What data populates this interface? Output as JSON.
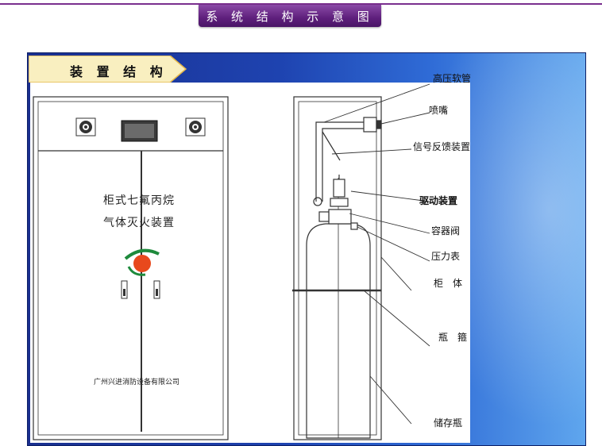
{
  "header": {
    "title": "系 统 结 构 示 意 图",
    "accent_color": "#5e1f7c"
  },
  "section": {
    "label": "装 置 结 构",
    "tag_color": "#f9efc0"
  },
  "cabinet": {
    "name_line1": "柜式七氟丙烷",
    "name_line2": "气体灭火装置",
    "company": "广州兴进消防设备有限公司"
  },
  "labels": {
    "high_pressure_hose": "高压软管",
    "nozzle": "喷嘴",
    "signal_feedback": "信号反馈装置",
    "drive_device": "驱动装置",
    "container_valve": "容器阀",
    "pressure_gauge": "压力表",
    "cabinet_body": "柜　体",
    "bottle_hoop": "瓶　箍",
    "storage_bottle": "储存瓶"
  },
  "colors": {
    "panel_dark": "#1a2f8f",
    "panel_light": "#5fa6ee",
    "logo_red": "#e8491d",
    "logo_green": "#1e8a3c"
  }
}
